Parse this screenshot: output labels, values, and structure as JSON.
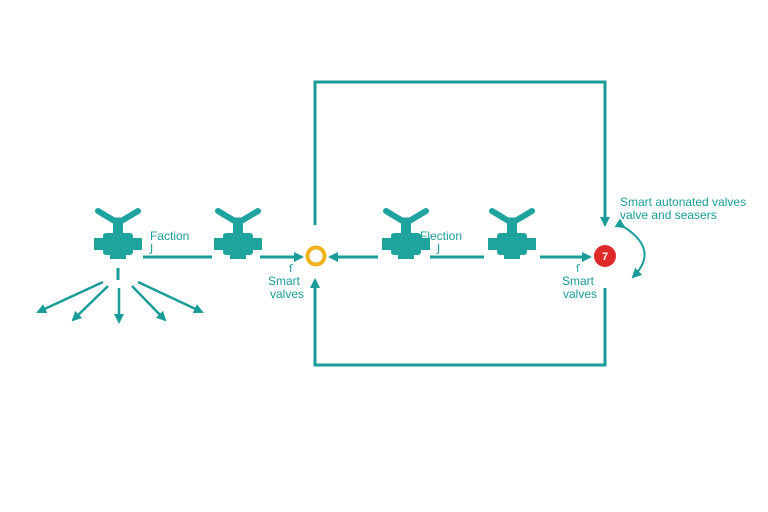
{
  "colors": {
    "pipe": "#1a9c98",
    "valve": "#1fa39e",
    "sensor_ring": "#f2b21b",
    "alert": "#e02a2a",
    "alert_text": "#ffffff",
    "background": "#ffffff"
  },
  "labels": {
    "faction": "Faction",
    "flection": "Flection",
    "smart_valves_left": [
      "Smart",
      "valves"
    ],
    "smart_valves_right": [
      "Smart",
      "valves"
    ],
    "callout": [
      "Smart autonated valves",
      "valve and seasers"
    ],
    "tick_left_1": "J",
    "tick_left_2": "ſ",
    "tick_right_1": "J",
    "tick_right_2": "ſ"
  },
  "alert_node": {
    "value": "7"
  },
  "icons": {
    "valve": "gate-valve-icon",
    "sensor": "ring-sensor-icon",
    "alert": "alert-node-icon",
    "spray": "spray-outlet-arrows",
    "curve_arrow": "curved-double-arrow-icon"
  }
}
